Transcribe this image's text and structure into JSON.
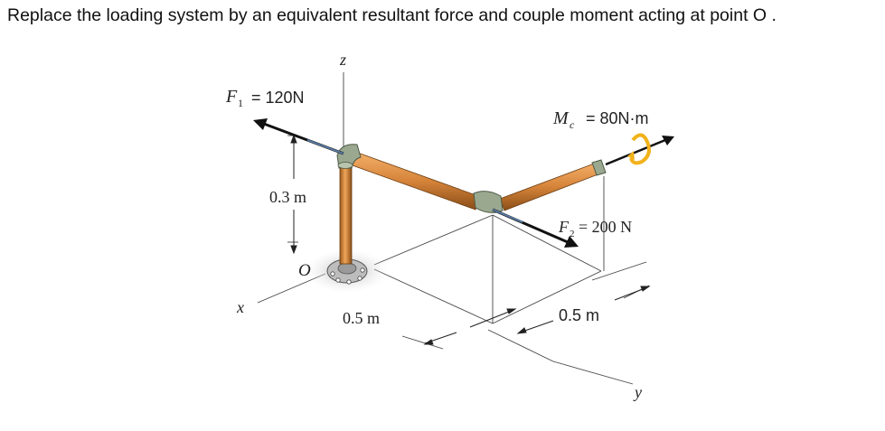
{
  "prompt": "Replace the loading system by an equivalent resultant force and couple moment acting at point O .",
  "axes": {
    "x": "x",
    "y": "y",
    "z": "z"
  },
  "origin_label": "O",
  "force1": {
    "symbol": "F",
    "subscript": "1",
    "value": "= 120N"
  },
  "force2": {
    "symbol": "F",
    "subscript": "2",
    "value": "= 200 N"
  },
  "moment": {
    "symbol": "M",
    "subscript": "c",
    "value": "= 80N·m"
  },
  "dimensions": {
    "height": "0.3 m",
    "span_x": "0.5 m",
    "span_y": "0.5 m"
  },
  "colors": {
    "pipe": "#d98a3c",
    "pipe_dark": "#9a5a1e",
    "fitting": "#8f9f86",
    "moment_arrow": "#f2b21b",
    "force_arrow": "#111111"
  }
}
